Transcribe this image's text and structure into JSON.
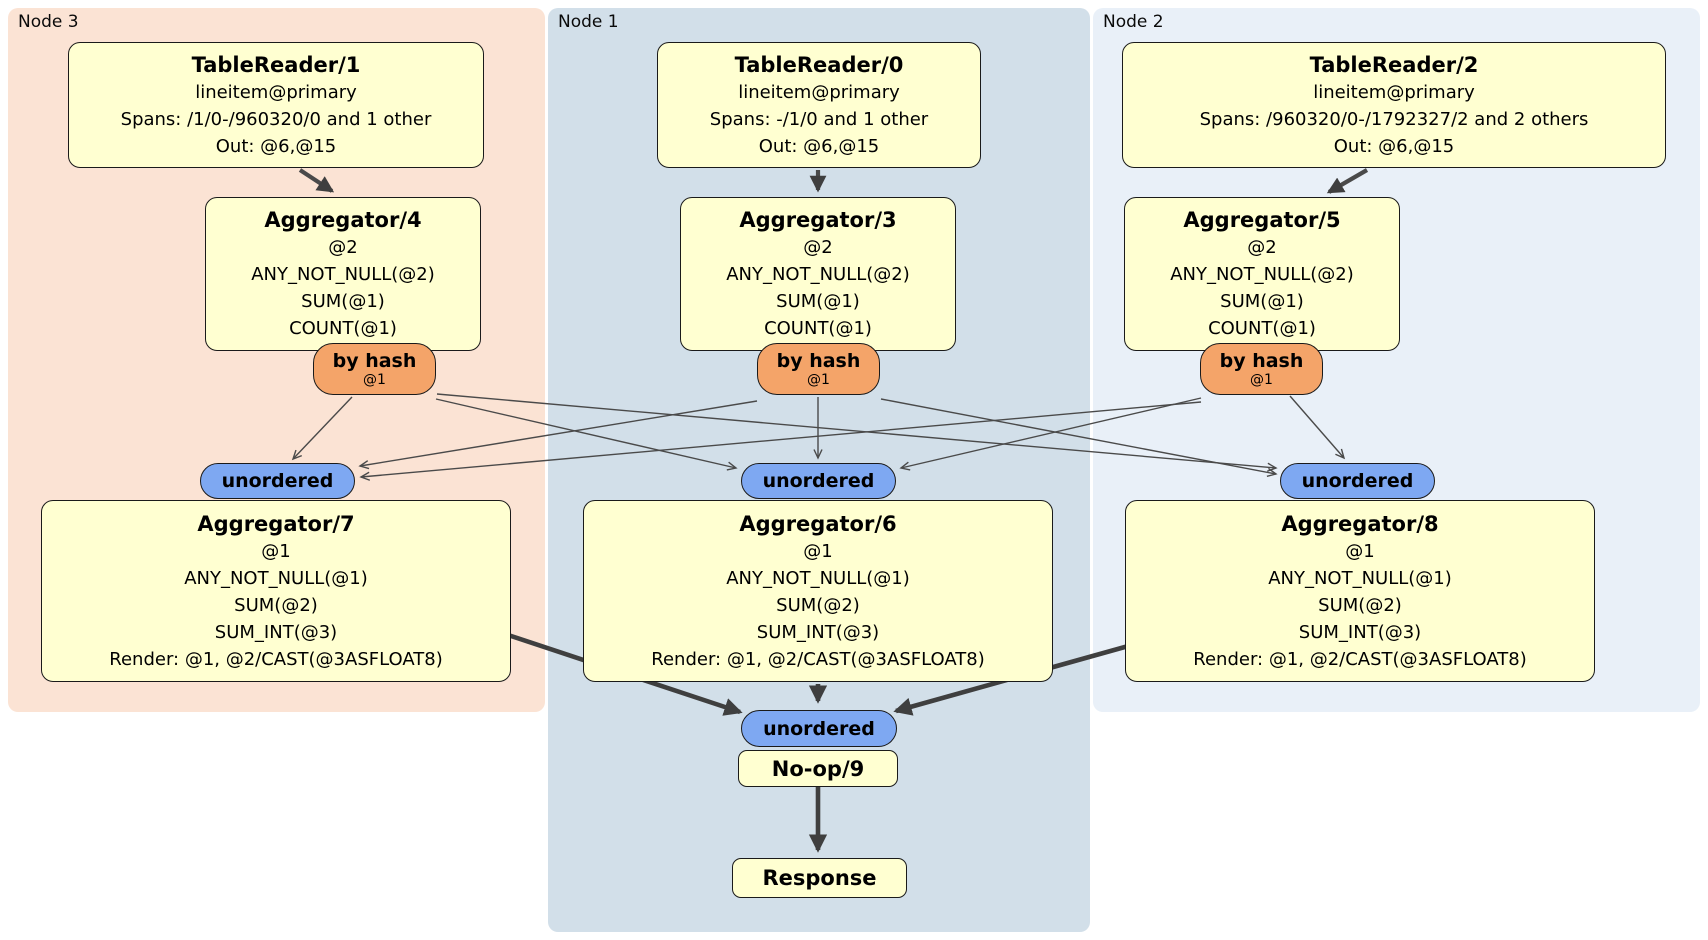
{
  "panels": [
    {
      "label": "Node 3",
      "table_reader": {
        "title": "TableReader/1",
        "lines": [
          "lineitem@primary",
          "Spans: /1/0-/960320/0 and 1 other",
          "Out: @6,@15"
        ]
      },
      "aggregator_top": {
        "title": "Aggregator/4",
        "lines": [
          "@2",
          "ANY_NOT_NULL(@2)",
          "SUM(@1)",
          "COUNT(@1)"
        ]
      },
      "hash_router": {
        "title": "by hash",
        "subtitle": "@1"
      },
      "stream_label": "unordered",
      "aggregator_bottom": {
        "title": "Aggregator/7",
        "lines": [
          "@1",
          "ANY_NOT_NULL(@1)",
          "SUM(@2)",
          "SUM_INT(@3)",
          "Render: @1, @2/CAST(@3ASFLOAT8)"
        ]
      }
    },
    {
      "label": "Node 1",
      "table_reader": {
        "title": "TableReader/0",
        "lines": [
          "lineitem@primary",
          "Spans: -/1/0 and 1 other",
          "Out: @6,@15"
        ]
      },
      "aggregator_top": {
        "title": "Aggregator/3",
        "lines": [
          "@2",
          "ANY_NOT_NULL(@2)",
          "SUM(@1)",
          "COUNT(@1)"
        ]
      },
      "hash_router": {
        "title": "by hash",
        "subtitle": "@1"
      },
      "stream_label": "unordered",
      "aggregator_bottom": {
        "title": "Aggregator/6",
        "lines": [
          "@1",
          "ANY_NOT_NULL(@1)",
          "SUM(@2)",
          "SUM_INT(@3)",
          "Render: @1, @2/CAST(@3ASFLOAT8)"
        ]
      }
    },
    {
      "label": "Node 2",
      "table_reader": {
        "title": "TableReader/2",
        "lines": [
          "lineitem@primary",
          "Spans: /960320/0-/1792327/2 and 2 others",
          "Out: @6,@15"
        ]
      },
      "aggregator_top": {
        "title": "Aggregator/5",
        "lines": [
          "@2",
          "ANY_NOT_NULL(@2)",
          "SUM(@1)",
          "COUNT(@1)"
        ]
      },
      "hash_router": {
        "title": "by hash",
        "subtitle": "@1"
      },
      "stream_label": "unordered",
      "aggregator_bottom": {
        "title": "Aggregator/8",
        "lines": [
          "@1",
          "ANY_NOT_NULL(@1)",
          "SUM(@2)",
          "SUM_INT(@3)",
          "Render: @1, @2/CAST(@3ASFLOAT8)"
        ]
      }
    }
  ],
  "final_chain": {
    "stream_label": "unordered",
    "noop_title": "No-op/9",
    "response_title": "Response"
  },
  "colors": {
    "node3_bg": "#fbe3d4",
    "node1_bg": "#d2dfe9",
    "node2_bg": "#e9f0f8",
    "process_box_bg": "#ffffd1",
    "hash_router_bg": "#f4a469",
    "stream_pill_bg": "#7ea8f2",
    "edge": "#444444"
  }
}
